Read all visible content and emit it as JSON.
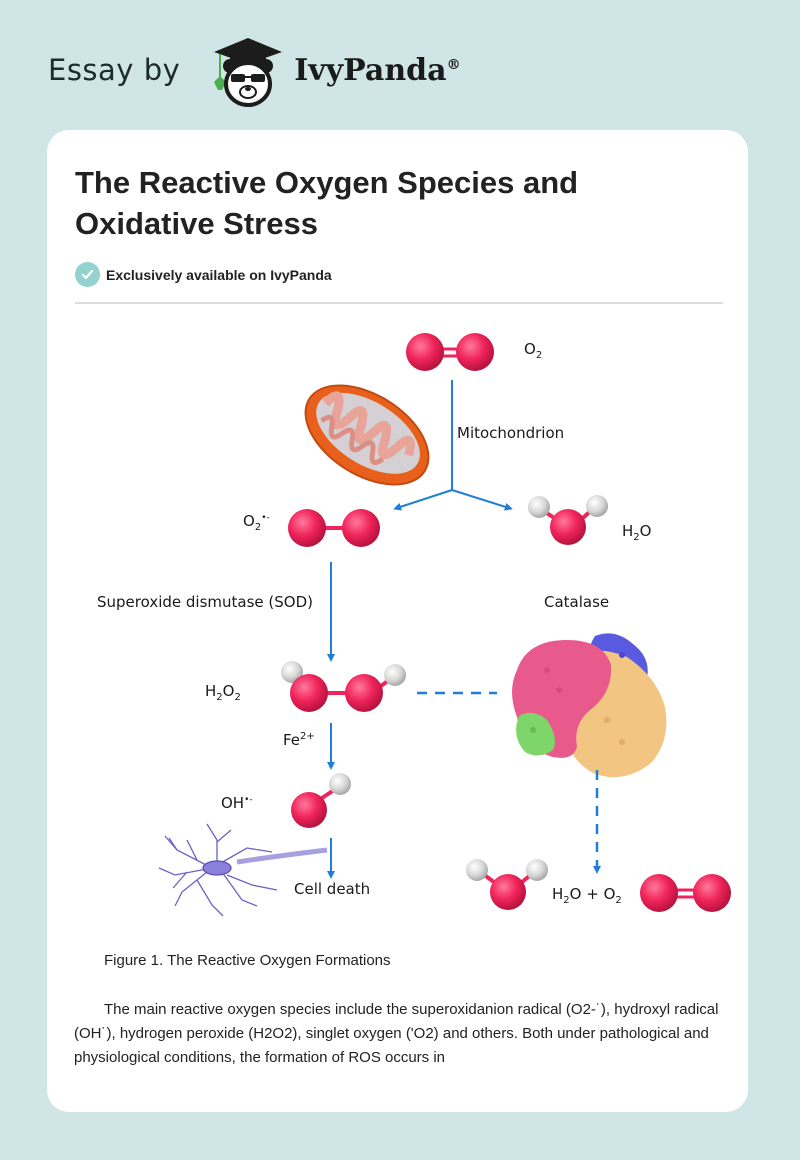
{
  "header": {
    "prefix": "Essay by",
    "brand_name": "IvyPanda",
    "brand_mark": "®",
    "logo_icon": "panda-graduate-icon"
  },
  "article": {
    "title": "The Reactive Oxygen Species and Oxidative Stress",
    "badge": {
      "icon": "check-circle-icon",
      "text": "Exclusively available on IvyPanda"
    },
    "figure": {
      "labels": {
        "o2_top": {
          "main": "O",
          "sub": "2"
        },
        "mitochondrion": "Mitochondrion",
        "superoxide": {
          "main": "O",
          "sub": "2",
          "sup": "•-"
        },
        "water": {
          "pre": "H",
          "sub": "2",
          "post": "O"
        },
        "sod": "Superoxide dismutase (SOD)",
        "catalase": "Catalase",
        "h2o2": {
          "a": "H",
          "sub1": "2",
          "b": "O",
          "sub2": "2"
        },
        "iron": {
          "main": "Fe",
          "sup": "2+"
        },
        "hydroxyl": {
          "main": "OH",
          "sup": "•-"
        },
        "cell_death": "Cell death",
        "products": {
          "a": "H",
          "sub1": "2",
          "b": "O + O",
          "sub2": "2"
        }
      },
      "colors": {
        "oxygen_atom": "#f0245a",
        "hydrogen_atom": "#d8d8d8",
        "arrow": "#1f7fd6",
        "mitochondrion_outer": "#e8601c",
        "mitochondrion_inner": "#e9a49a",
        "catalase_pink": "#e85a8c",
        "catalase_blue": "#5a5ae0",
        "catalase_tan": "#f2c583",
        "catalase_green": "#7ed66a",
        "neuron": "#7a6fd0"
      },
      "caption": "Figure 1. The Reactive Oxygen Formations"
    },
    "paragraph": "The main reactive oxygen species include the superoxidanion radical (O2-˙), hydroxyl radical (OH˙), hydrogen peroxide (H2O2), singlet oxygen ('O2) and others. Both under pathological and physiological conditions, the formation of ROS occurs in"
  }
}
